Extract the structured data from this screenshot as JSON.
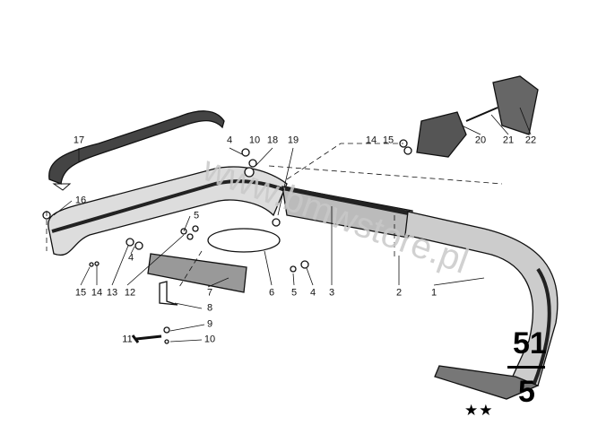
{
  "watermark": "www.bmwstore.pl",
  "group": {
    "main": "51",
    "sub": "5",
    "rating": "★★"
  },
  "labels": {
    "l17": "17",
    "l4a": "4",
    "l10a": "10",
    "l18": "18",
    "l19": "19",
    "l14a": "14",
    "l15a": "15",
    "l20": "20",
    "l21": "21",
    "l22": "22",
    "l16": "16",
    "l5a": "5",
    "l4b": "4",
    "l13": "13",
    "l12": "12",
    "l15b": "15",
    "l14b": "14",
    "l7": "7",
    "l6": "6",
    "l5b": "5",
    "l4c": "4",
    "l3": "3",
    "l2": "2",
    "l1": "1",
    "l8": "8",
    "l9": "9",
    "l11": "11",
    "l10b": "10"
  }
}
